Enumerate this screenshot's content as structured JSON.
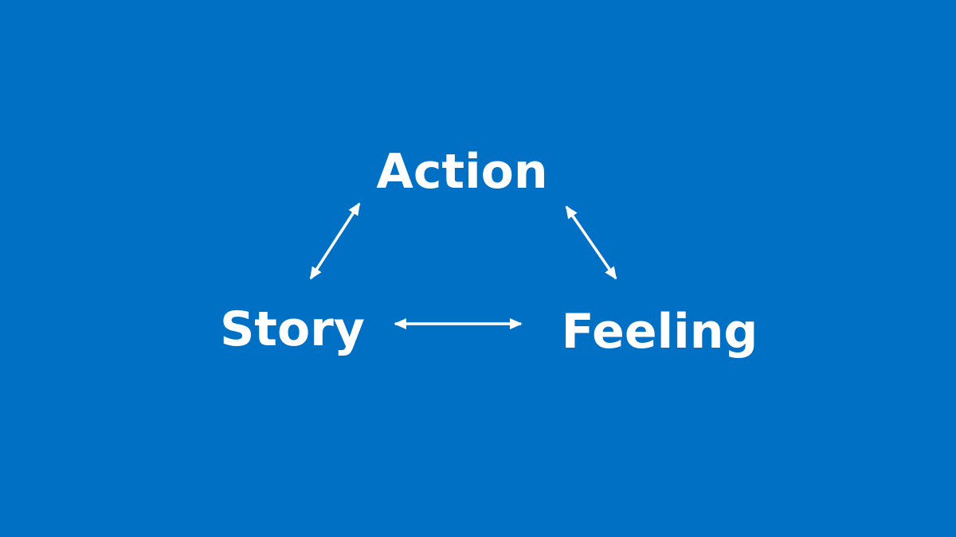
{
  "diagram": {
    "background_color": "#0070C4",
    "text_color": "#FFFFFF",
    "nodes": {
      "action": "Action",
      "story": "Story",
      "feeling": "Feeling"
    },
    "edges": [
      {
        "from": "story",
        "to": "action",
        "direction": "bidirectional"
      },
      {
        "from": "action",
        "to": "feeling",
        "direction": "bidirectional"
      },
      {
        "from": "story",
        "to": "feeling",
        "direction": "bidirectional"
      }
    ]
  }
}
